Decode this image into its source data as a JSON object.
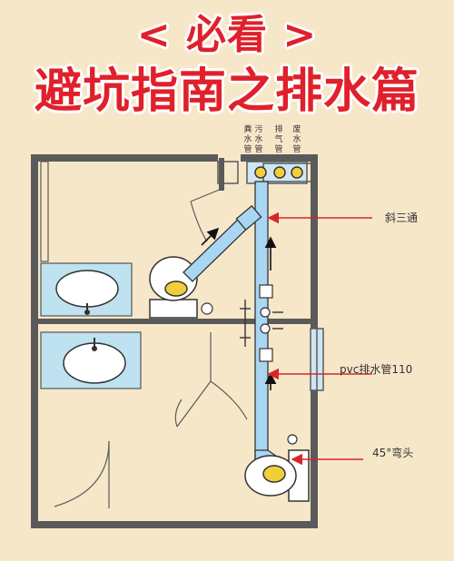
{
  "header": {
    "title": "< 必看 >",
    "subtitle": "避坑指南之排水篇"
  },
  "pipe_labels": [
    "粪水管",
    "污水管",
    "排气管",
    "废水管"
  ],
  "callouts": {
    "tee": "斜三通",
    "pvc_pipe": "pvc排水管110",
    "elbow": "45°弯头"
  },
  "colors": {
    "title_red": "#e0202a",
    "pipe_blue": "#a9d6f2",
    "wall_gray": "#5a5a5a",
    "arrow_red": "#d8262b"
  }
}
